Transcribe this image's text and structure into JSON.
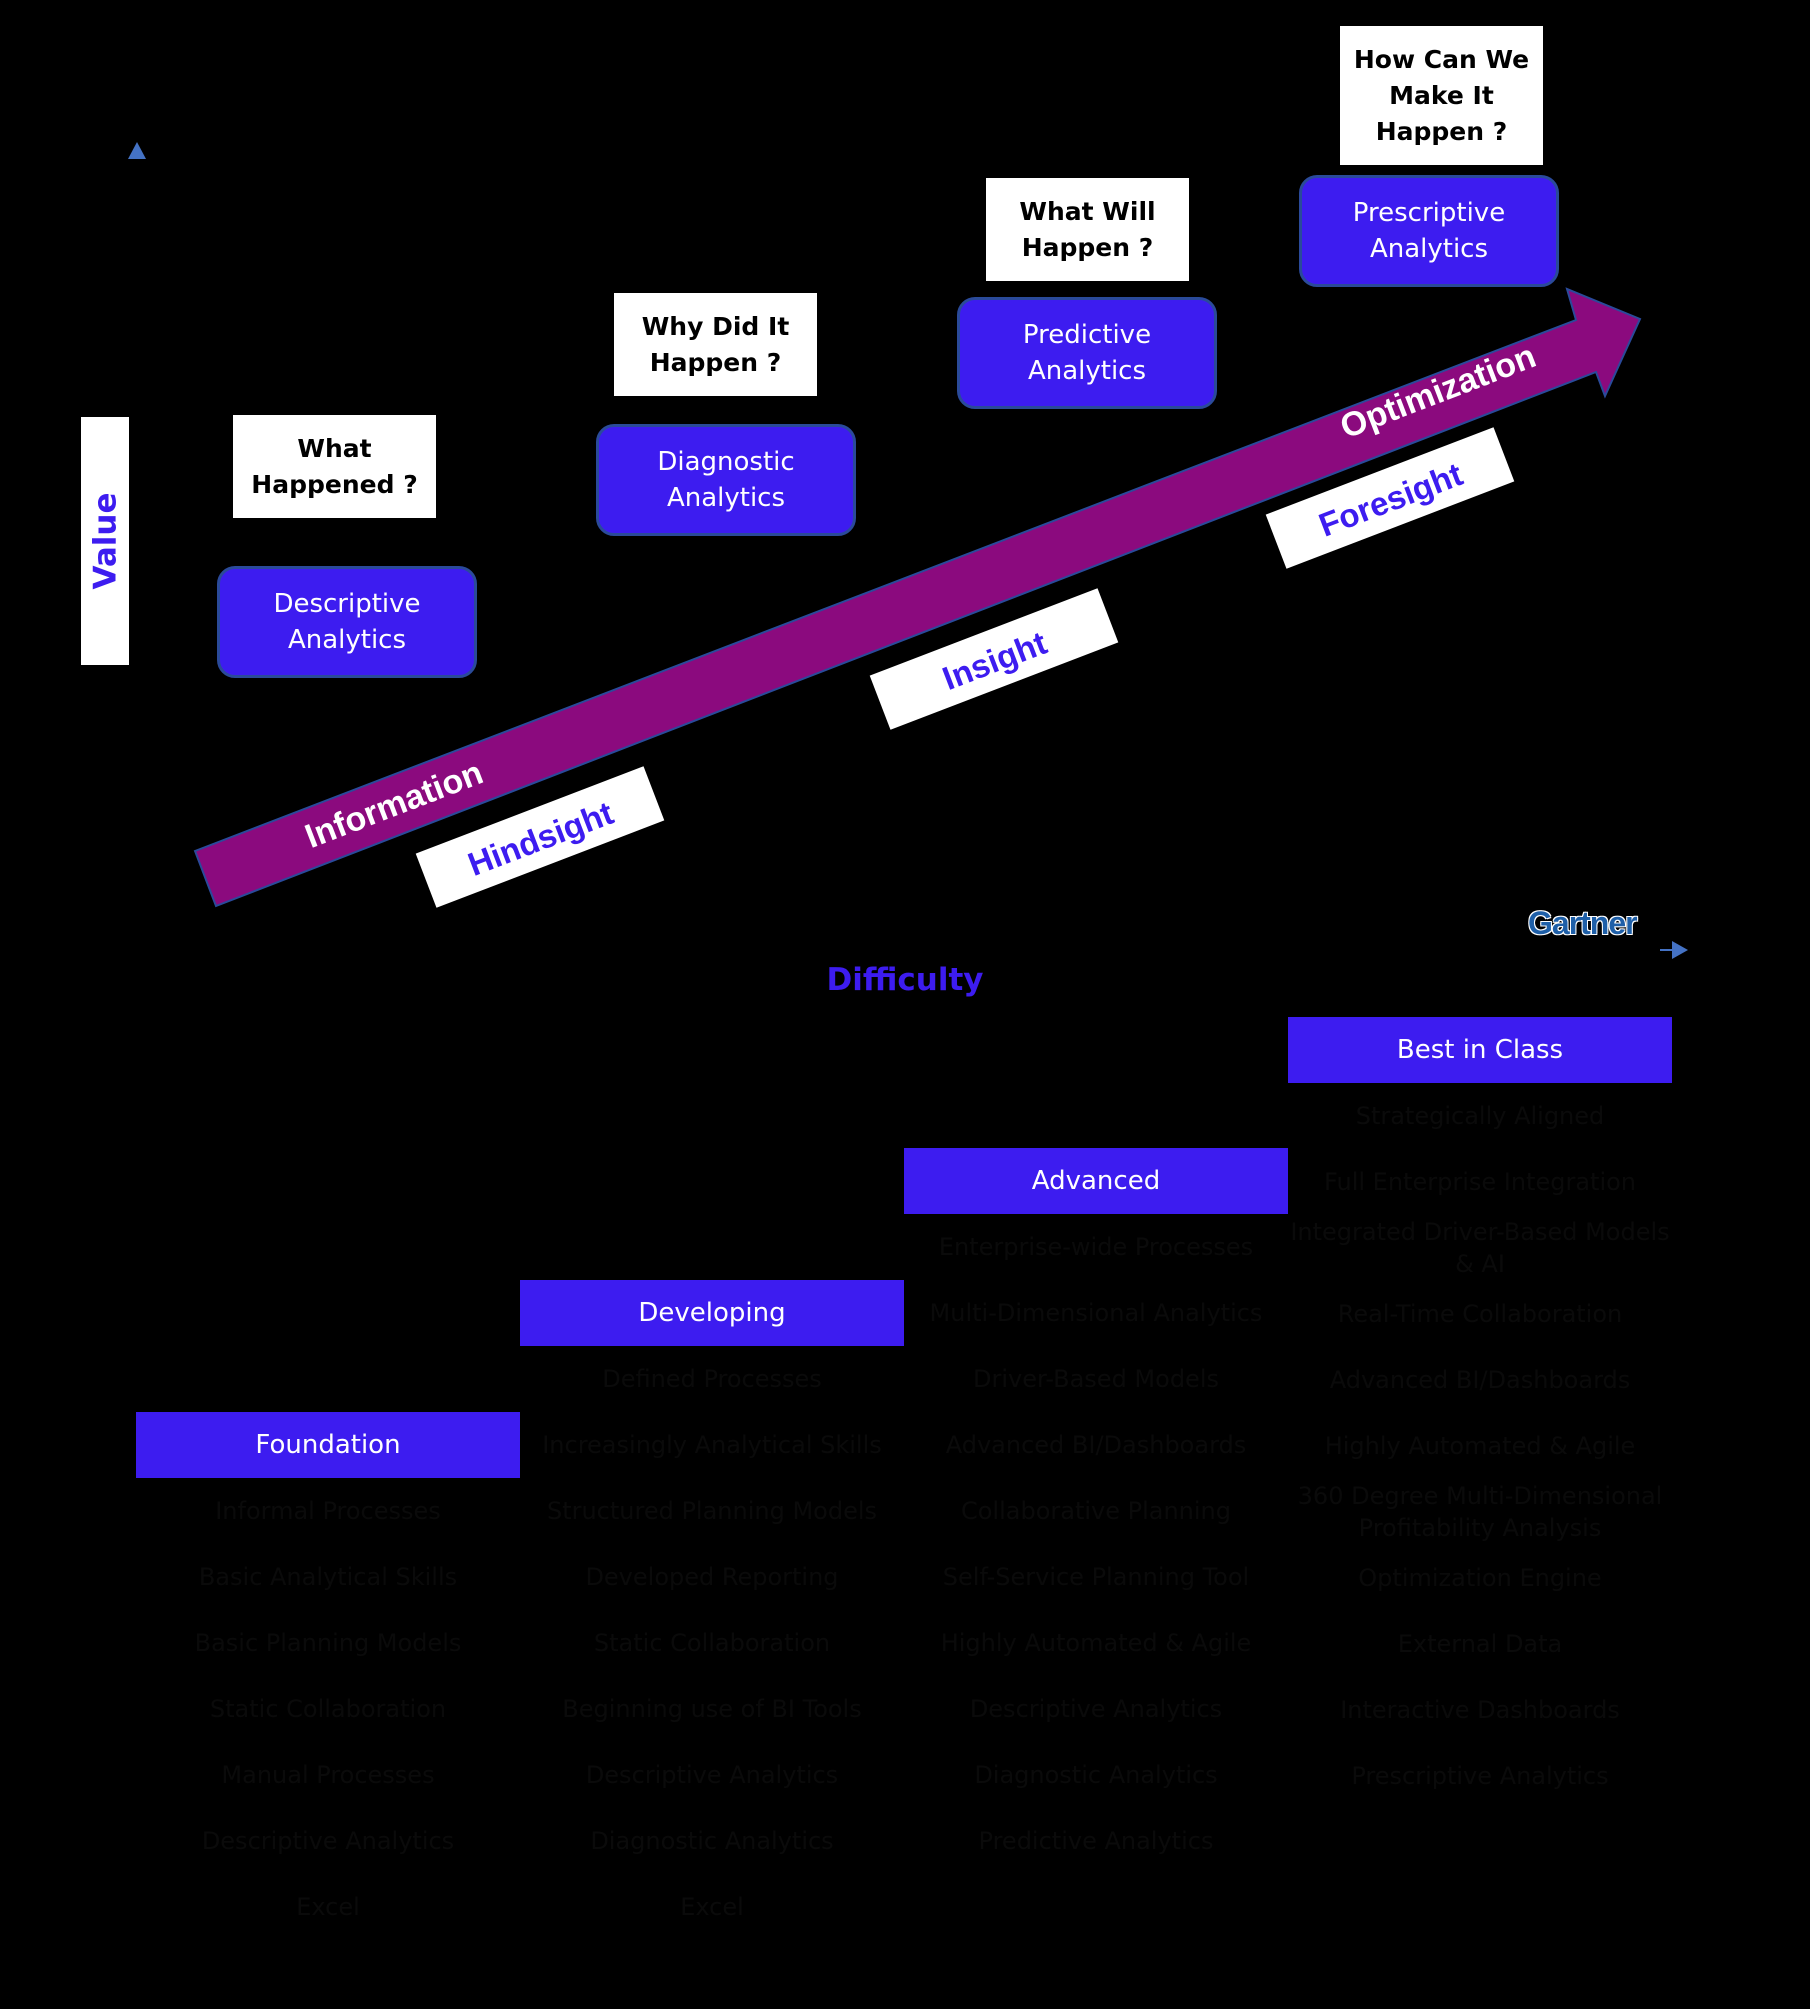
{
  "axes": {
    "y_label": "Value",
    "x_label": "Difficulty",
    "logo": "Gartner"
  },
  "arrow": {
    "color": "#8b0a7e",
    "labels": [
      "Information",
      "Optimization"
    ]
  },
  "tags": [
    "Hindsight",
    "Insight",
    "Foresight"
  ],
  "stages": [
    {
      "question": "What\nHappened ?",
      "name": "Descriptive\nAnalytics"
    },
    {
      "question": "Why Did It\nHappen ?",
      "name": "Diagnostic\nAnalytics"
    },
    {
      "question": "What Will\nHappen ?",
      "name": "Predictive\nAnalytics"
    },
    {
      "question": "How Can We\nMake It\nHappen ?",
      "name": "Prescriptive\nAnalytics"
    }
  ],
  "maturity": [
    {
      "level": "Foundation",
      "items": [
        "Informal Processes",
        "Basic Analytical Skills",
        "Basic Planning Models",
        "Static Collaboration",
        "Manual Processes",
        "Descriptive Analytics",
        "Excel"
      ]
    },
    {
      "level": "Developing",
      "items": [
        "Defined Processes",
        "Increasingly Analytical Skills",
        "Structured Planning Models",
        "Developed Reporting",
        "Static Collaboration",
        "Beginning use of BI Tools",
        "Descriptive Analytics",
        "Diagnostic Analytics",
        "Excel"
      ]
    },
    {
      "level": "Advanced",
      "items": [
        "Enterprise-wide Processes",
        "Multi-Dimensional Analytics",
        "Driver-Based Models",
        "Advanced BI/Dashboards",
        "Collaborative Planning",
        "Self-Service Planning Tool",
        "Highly Automated & Agile",
        "Descriptive Analytics",
        "Diagnostic Analytics",
        "Predictive Analytics"
      ]
    },
    {
      "level": "Best in Class",
      "items": [
        "Strategically Aligned",
        "Full Enterprise Integration",
        "Integrated Driver-Based Models & AI",
        "Real-Time Collaboration",
        "Advanced BI/Dashboards",
        "Highly Automated & Agile",
        "360 Degree Multi-Dimensional Profitability Analysis",
        "Optimization Engine",
        "External Data",
        "Interactive Dashboards",
        "Prescriptive Analytics"
      ]
    }
  ],
  "colors": {
    "accent": "#3d1cf0",
    "arrow": "#8b0a7e",
    "axis": "#4472c4"
  }
}
